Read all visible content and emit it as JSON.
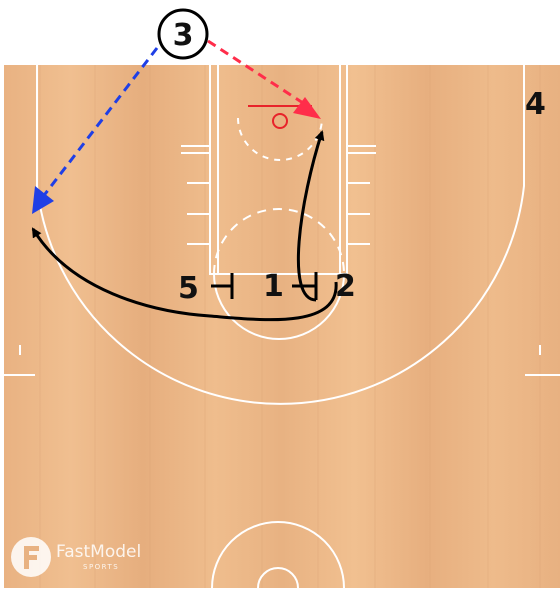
{
  "players": {
    "p1": "1",
    "p2": "2",
    "p3": "3",
    "p4": "4",
    "p5": "5"
  },
  "colors": {
    "pass_to_corner": "#1f3fe6",
    "pass_to_rim": "#ff2d4a",
    "movement": "#000000",
    "court_wood": "#ecb888",
    "lines": "#ffffff",
    "rim": "#e8232a"
  },
  "watermark": {
    "brand": "FastModel",
    "sub": "SPORTS"
  }
}
